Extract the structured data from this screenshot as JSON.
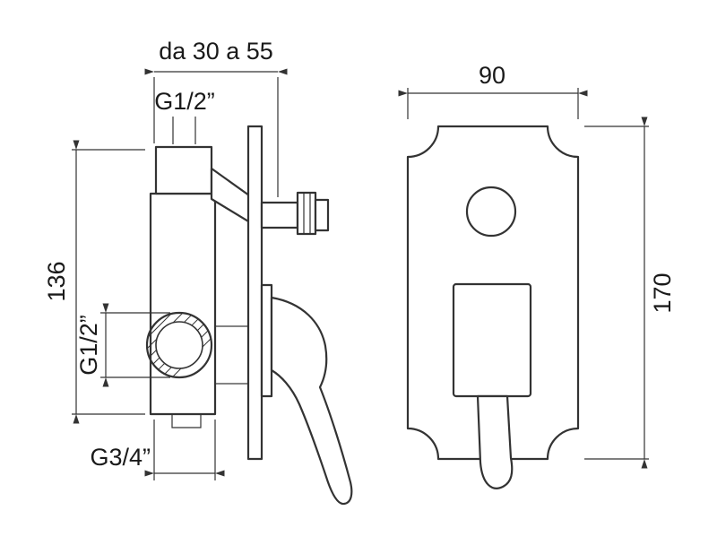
{
  "drawing": {
    "kind": "technical-dimension-drawing",
    "views": {
      "side": "side elevation of concealed shower mixer",
      "front": "front elevation of wall plate with diverter and lever"
    },
    "labels": {
      "depth_range": "da 30 a 55",
      "inlet_top": "G1/2”",
      "height_side": "136",
      "port_side": "G1/2”",
      "outlet_bottom": "G3/4”",
      "width_front": "90",
      "height_front": "170"
    },
    "colors": {
      "line": "#333333",
      "background": "#ffffff"
    }
  }
}
